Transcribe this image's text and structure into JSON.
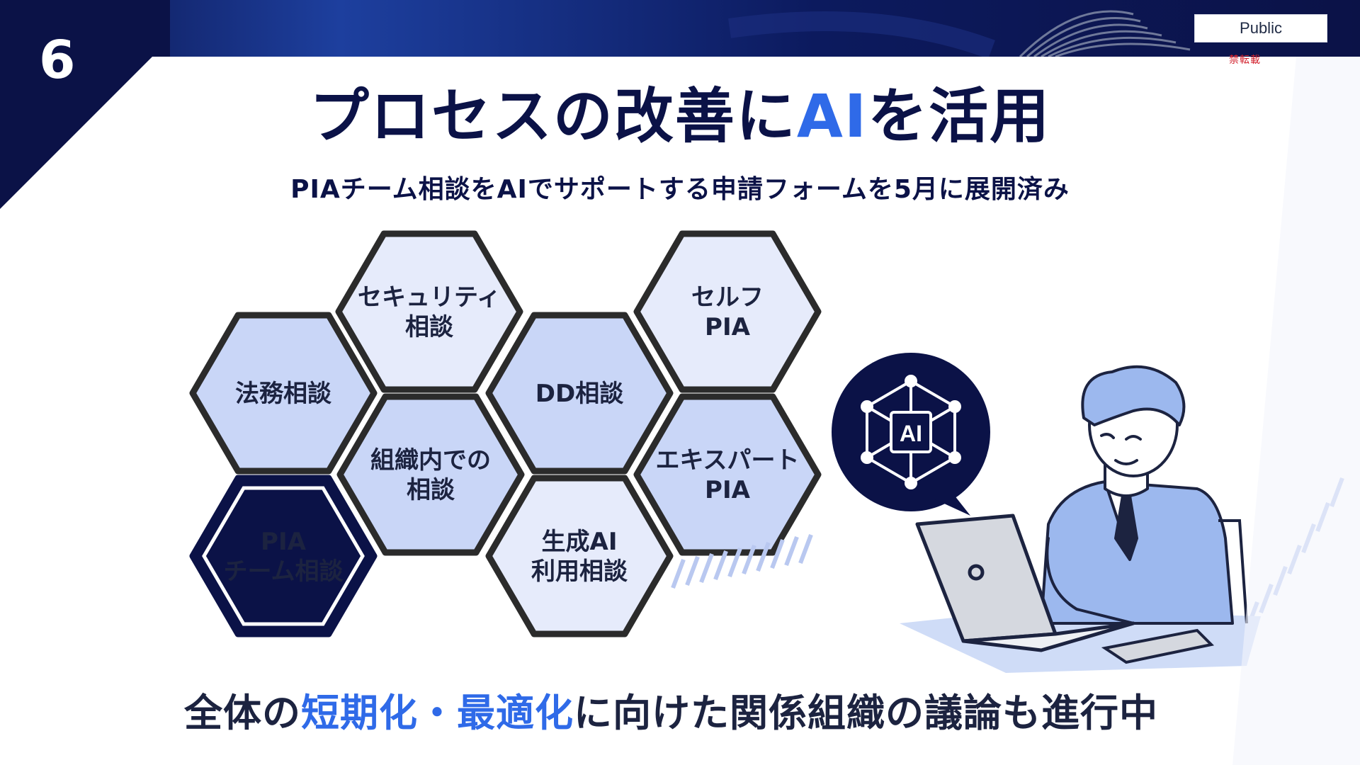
{
  "slide_number": "6",
  "public_tag": "Public",
  "no_repost": "禁転載",
  "title": {
    "part1": "プロセスの改善に",
    "accent": "AI",
    "part2": "を活用"
  },
  "subtitle": "PIAチーム相談をAIでサポートする申請フォームを5月に展開済み",
  "hexagons": [
    {
      "id": "legal",
      "lines": [
        "法務相談"
      ]
    },
    {
      "id": "security",
      "lines": [
        "セキュリティ",
        "相談"
      ]
    },
    {
      "id": "dd",
      "lines": [
        "DD相談"
      ]
    },
    {
      "id": "self-pia",
      "lines": [
        "セルフ",
        "PIA"
      ]
    },
    {
      "id": "internal",
      "lines": [
        "組織内での",
        "相談"
      ]
    },
    {
      "id": "expert-pia",
      "lines": [
        "エキスパート",
        "PIA"
      ]
    },
    {
      "id": "pia-team",
      "lines": [
        "PIA",
        "チーム相談"
      ],
      "highlighted": true
    },
    {
      "id": "genai",
      "lines": [
        "生成AI",
        "利用相談"
      ]
    }
  ],
  "ai_badge": "AI",
  "bottom_line": {
    "part1": "全体の",
    "accent1": "短期化",
    "sep": "・",
    "accent2": "最適化",
    "part2": "に向けた関係組織の議論も進行中"
  },
  "colors": {
    "navy": "#0b1247",
    "accent": "#2f6ae8",
    "hex_light": "#e6ebfb",
    "hex_mid": "#c9d6f7",
    "hex_border": "#2b2b2b"
  },
  "icons": [
    "ai-network-icon",
    "laptop-icon",
    "person-illustration"
  ]
}
